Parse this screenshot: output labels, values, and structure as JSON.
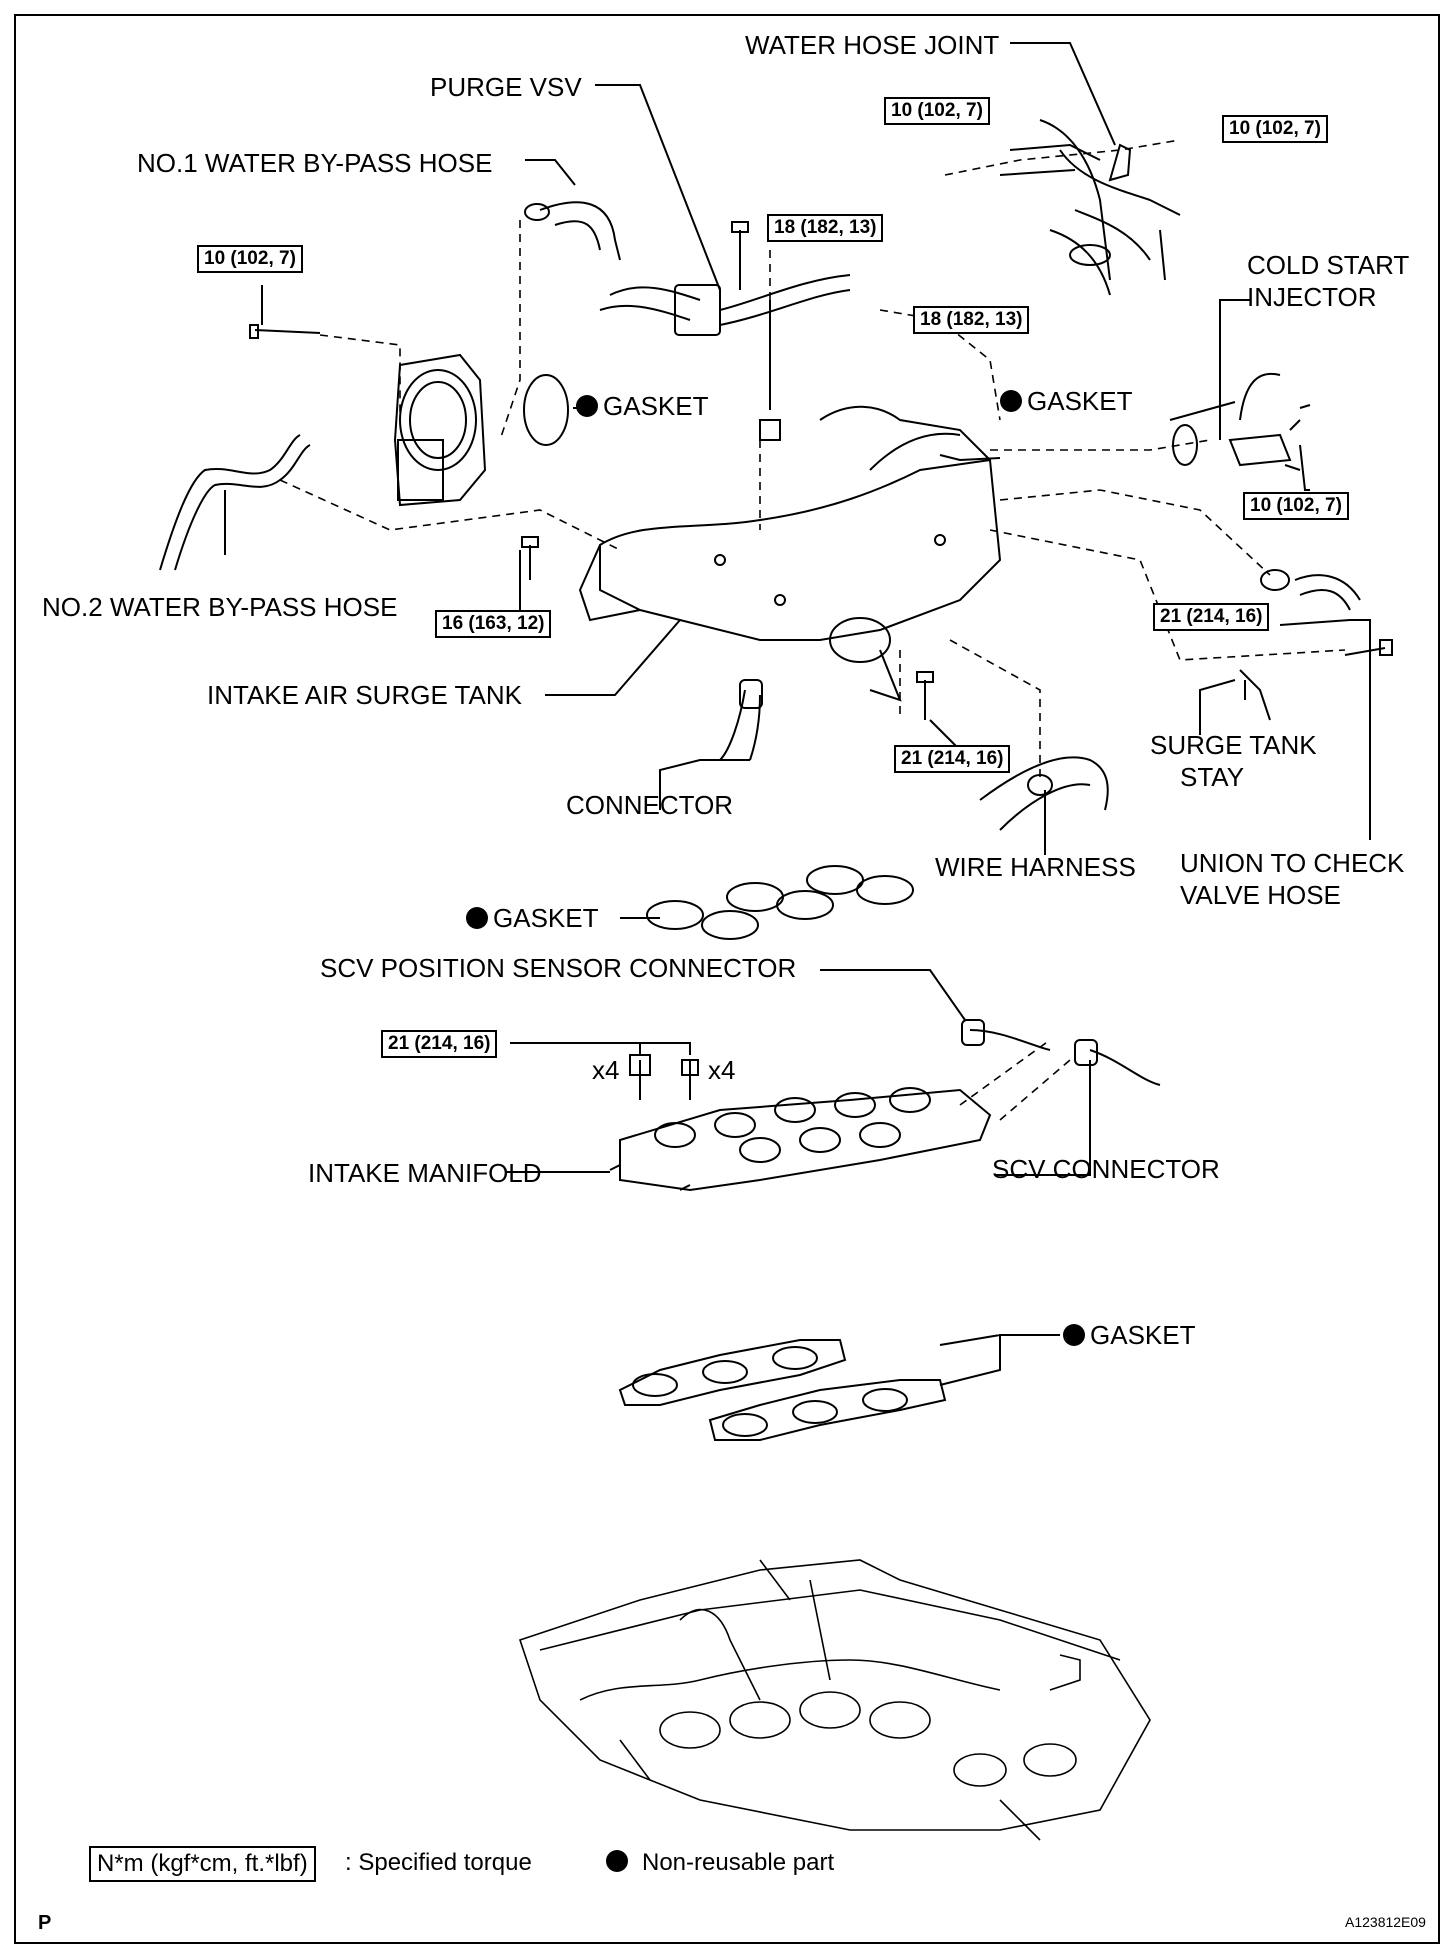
{
  "labels": {
    "water_hose_joint": "WATER HOSE JOINT",
    "purge_vsv": "PURGE VSV",
    "no1_water_bypass_hose": "NO.1 WATER BY-PASS HOSE",
    "cold_start_injector_1": "COLD START",
    "cold_start_injector_2": "INJECTOR",
    "gasket": "GASKET",
    "no2_water_bypass_hose": "NO.2 WATER BY-PASS HOSE",
    "intake_air_surge_tank": "INTAKE AIR SURGE TANK",
    "connector": "CONNECTOR",
    "surge_tank_stay_1": "SURGE TANK",
    "surge_tank_stay_2": "STAY",
    "wire_harness": "WIRE HARNESS",
    "union_check_valve_1": "UNION TO CHECK",
    "union_check_valve_2": "VALVE HOSE",
    "scv_position_sensor_connector": "SCV POSITION SENSOR CONNECTOR",
    "intake_manifold": "INTAKE MANIFOLD",
    "scv_connector": "SCV CONNECTOR",
    "x4": "x4"
  },
  "torques": {
    "t10": "10 (102, 7)",
    "t18": "18 (182, 13)",
    "t16": "16 (163, 12)",
    "t21": "21 (214, 16)"
  },
  "legend": {
    "unit": "N*m (kgf*cm, ft.*lbf)",
    "torque_text": ": Specified torque",
    "non_reusable": "Non-reusable part"
  },
  "footer": {
    "page_letter": "P",
    "figure_id": "A123812E09"
  }
}
